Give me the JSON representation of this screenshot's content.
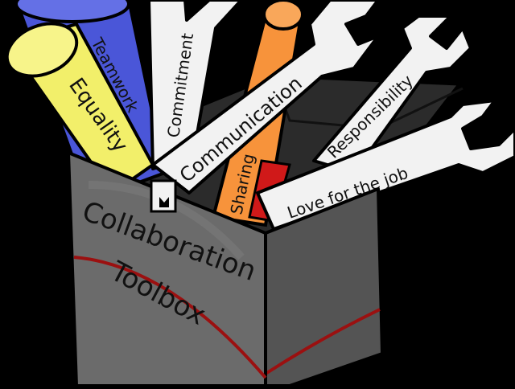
{
  "labels": {
    "teamwork": "Teamwork",
    "equality": "Equality",
    "commitment": "Commitment",
    "communication": "Communication",
    "sharing": "Sharing",
    "responsibility": "Responsibility",
    "love_for_the_job": "Love for the job",
    "box_title_line1": "Collaboration",
    "box_title_line2": "Toolbox"
  },
  "colors": {
    "background": "#000000",
    "box_front": "#6b6b6b",
    "box_side": "#4f4f4f",
    "box_interior": "#2a2a2a",
    "stripe": "#9b1010",
    "blue_tube": "#4a56d8",
    "yellow_tube": "#f2ef6a",
    "orange_tube": "#f7933b",
    "red_tube": "#d01919",
    "wrench": "#f2f2f2"
  }
}
